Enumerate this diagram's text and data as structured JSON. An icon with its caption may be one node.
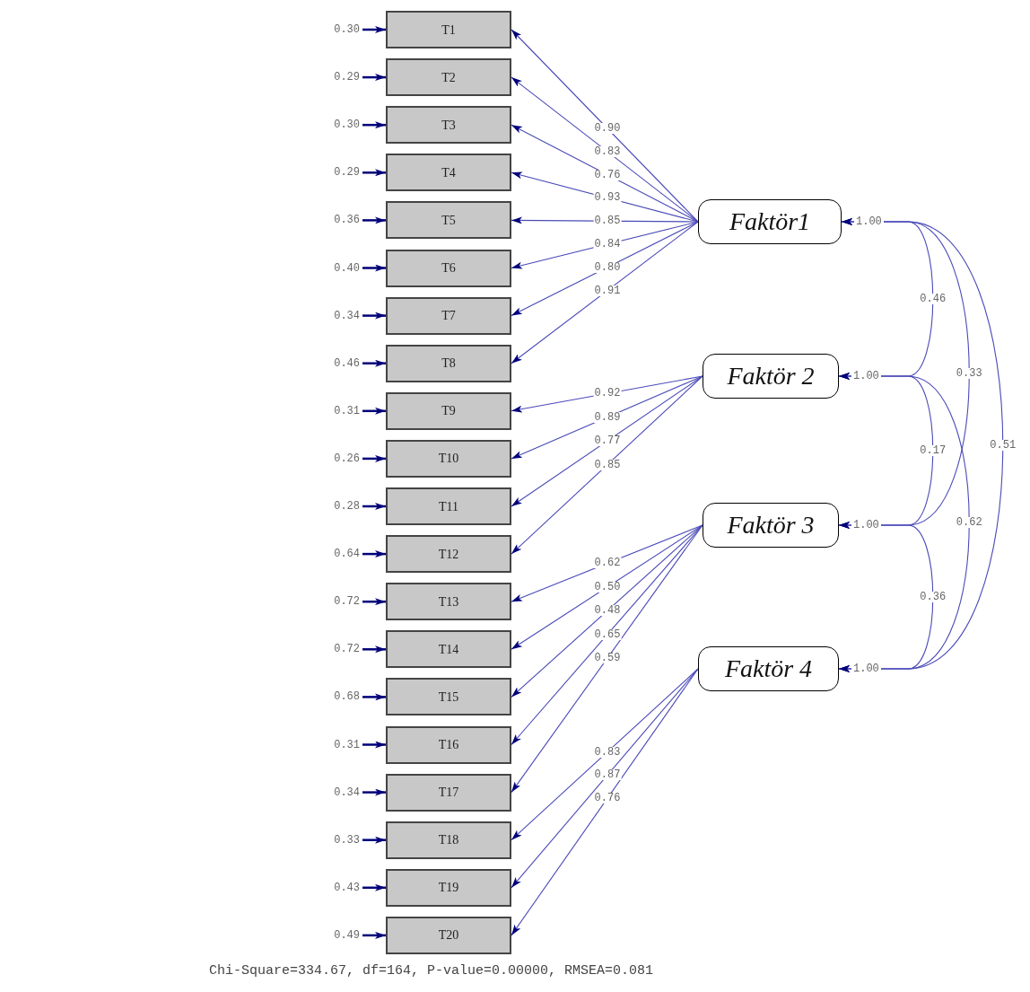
{
  "diagram": {
    "caption": "Chi-Square=334.67, df=164, P-value=0.00000, RMSEA=0.081",
    "nodes": [
      {
        "text": [
          "T1"
        ]
      },
      {
        "text": [
          "T2"
        ]
      },
      {
        "text": [
          "T3"
        ]
      },
      {
        "text": [
          "T4"
        ]
      },
      {
        "text": [
          "T5"
        ]
      },
      {
        "text": [
          "T6"
        ]
      },
      {
        "text": [
          "T7"
        ]
      },
      {
        "text": [
          "T8"
        ]
      },
      {
        "text": [
          "T9"
        ]
      },
      {
        "text": [
          "T10"
        ]
      },
      {
        "text": [
          "T11"
        ]
      },
      {
        "text": [
          "T12"
        ]
      },
      {
        "text": [
          "T13"
        ]
      },
      {
        "text": [
          "T14"
        ]
      },
      {
        "text": [
          "T15"
        ]
      },
      {
        "text": [
          "T16"
        ]
      },
      {
        "text": [
          "T17"
        ]
      },
      {
        "text": [
          "T18"
        ]
      },
      {
        "text": [
          "T19"
        ]
      },
      {
        "text": [
          "T20"
        ]
      },
      {
        "text": [
          "Faktör1"
        ],
        "beside": [
          "1.00"
        ]
      },
      {
        "text": [
          "Faktör 2"
        ],
        "beside": [
          "1.00"
        ]
      },
      {
        "text": [
          "Faktör 3"
        ],
        "beside": [
          "1.00"
        ]
      },
      {
        "text": [
          "Faktör 4"
        ],
        "beside": [
          "1.00"
        ]
      }
    ],
    "edges": [
      {
        "from": null,
        "to": 0,
        "arrow": "to",
        "label": "0.30"
      },
      {
        "from": null,
        "to": 1,
        "arrow": "to",
        "label": "0.29"
      },
      {
        "from": null,
        "to": 2,
        "arrow": "to",
        "label": "0.30"
      },
      {
        "from": null,
        "to": 3,
        "arrow": "to",
        "label": "0.29"
      },
      {
        "from": null,
        "to": 4,
        "arrow": "to",
        "label": "0.36"
      },
      {
        "from": null,
        "to": 5,
        "arrow": "to",
        "label": "0.40"
      },
      {
        "from": null,
        "to": 6,
        "arrow": "to",
        "label": "0.34"
      },
      {
        "from": null,
        "to": 7,
        "arrow": "to",
        "label": "0.46"
      },
      {
        "from": null,
        "to": 8,
        "arrow": "to",
        "label": "0.31"
      },
      {
        "from": null,
        "to": 9,
        "arrow": "to",
        "label": "0.26"
      },
      {
        "from": null,
        "to": 10,
        "arrow": "to",
        "label": "0.28"
      },
      {
        "from": null,
        "to": 11,
        "arrow": "to",
        "label": "0.64"
      },
      {
        "from": null,
        "to": 12,
        "arrow": "to",
        "label": "0.72"
      },
      {
        "from": null,
        "to": 13,
        "arrow": "to",
        "label": "0.72"
      },
      {
        "from": null,
        "to": 14,
        "arrow": "to",
        "label": "0.68"
      },
      {
        "from": null,
        "to": 15,
        "arrow": "to",
        "label": "0.31"
      },
      {
        "from": null,
        "to": 16,
        "arrow": "to",
        "label": "0.34"
      },
      {
        "from": null,
        "to": 17,
        "arrow": "to",
        "label": "0.33"
      },
      {
        "from": null,
        "to": 18,
        "arrow": "to",
        "label": "0.43"
      },
      {
        "from": null,
        "to": 19,
        "arrow": "to",
        "label": "0.49"
      },
      {
        "from": 20,
        "to": 0,
        "arrow": "to",
        "label": "0.90"
      },
      {
        "from": 20,
        "to": 1,
        "arrow": "to",
        "label": "0.83"
      },
      {
        "from": 20,
        "to": 2,
        "arrow": "to",
        "label": "0.76"
      },
      {
        "from": 20,
        "to": 3,
        "arrow": "to",
        "label": "0.93"
      },
      {
        "from": 20,
        "to": 4,
        "arrow": "to",
        "label": "0.85"
      },
      {
        "from": 20,
        "to": 5,
        "arrow": "to",
        "label": "0.84"
      },
      {
        "from": 20,
        "to": 6,
        "arrow": "to",
        "label": "0.80"
      },
      {
        "from": 20,
        "to": 7,
        "arrow": "to",
        "label": "0.91"
      },
      {
        "from": 21,
        "to": 8,
        "arrow": "to",
        "label": "0.92"
      },
      {
        "from": 21,
        "to": 9,
        "arrow": "to",
        "label": "0.89"
      },
      {
        "from": 21,
        "to": 10,
        "arrow": "to",
        "label": "0.77"
      },
      {
        "from": 21,
        "to": 11,
        "arrow": "to",
        "label": "0.85"
      },
      {
        "from": 22,
        "to": 12,
        "arrow": "to",
        "label": "0.62"
      },
      {
        "from": 22,
        "to": 13,
        "arrow": "to",
        "label": "0.50"
      },
      {
        "from": 22,
        "to": 14,
        "arrow": "to",
        "label": "0.48"
      },
      {
        "from": 22,
        "to": 15,
        "arrow": "to",
        "label": "0.65"
      },
      {
        "from": 22,
        "to": 16,
        "arrow": "to",
        "label": "0.59"
      },
      {
        "from": 23,
        "to": 17,
        "arrow": "to",
        "label": "0.83"
      },
      {
        "from": 23,
        "to": 18,
        "arrow": "to",
        "label": "0.87"
      },
      {
        "from": 23,
        "to": 19,
        "arrow": "to",
        "label": "0.76"
      },
      {
        "from": 20,
        "to": 21,
        "arrow": "both",
        "label": "0.46"
      },
      {
        "from": 20,
        "to": 22,
        "arrow": "both",
        "label": "0.33"
      },
      {
        "from": 20,
        "to": 23,
        "arrow": "both",
        "label": "0.51"
      },
      {
        "from": 21,
        "to": 22,
        "arrow": "both",
        "label": "0.17"
      },
      {
        "from": 21,
        "to": 23,
        "arrow": "both",
        "label": "0.62"
      },
      {
        "from": 22,
        "to": 23,
        "arrow": "both",
        "label": "0.36"
      }
    ]
  }
}
